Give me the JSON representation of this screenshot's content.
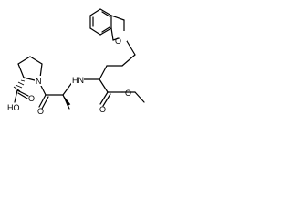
{
  "molecule": {
    "atom_labels": {
      "furan_oxygen": "O",
      "carboxyl_group": "HO",
      "carboxyl_oxygen": "O",
      "proline_nitrogen": "N",
      "amide_oxygen": "O",
      "amine_nh": "HN",
      "ester_carbonyl_oxygen": "O",
      "ester_oxygen": "O"
    }
  }
}
